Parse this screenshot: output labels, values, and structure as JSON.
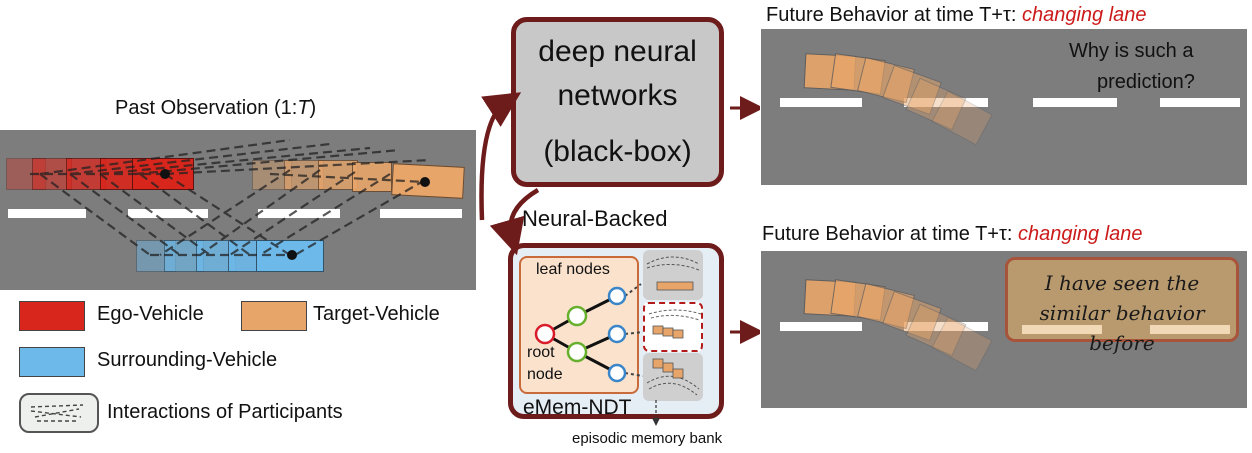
{
  "past_observation": {
    "prefix": "Past Observation (1:",
    "var": "T",
    "suffix": ")"
  },
  "dnn": {
    "line1": "deep neural",
    "line2": "networks",
    "line3": "(black-box)"
  },
  "neural_backed": "Neural-Backed",
  "tree": {
    "leaf_nodes": "leaf nodes",
    "root": "root",
    "node": "node"
  },
  "emem_ndt": "eMem-NDT",
  "episodic_memory_bank": "episodic memory bank",
  "future_top": {
    "prefix": "Future Behavior at time T+",
    "tau": "τ",
    "colon": ":",
    "label": "changing lane"
  },
  "future_bottom": {
    "prefix": "Future Behavior at time T+",
    "tau": "τ",
    "colon": ":",
    "label": "changing lane"
  },
  "why_line1": "Why is such a",
  "why_line2": "prediction?",
  "bubble_line1": "I have seen the",
  "bubble_line2": "similar behavior before",
  "legend": {
    "ego": "Ego-Vehicle",
    "target": "Target-Vehicle",
    "surrounding": "Surrounding-Vehicle",
    "interactions": "Interactions of Participants"
  },
  "colors": {
    "ego": "#d9261c",
    "target": "#e8a56a",
    "surrounding": "#6db9ea",
    "road": "#7d7d7d",
    "frame": "#6e1b1b",
    "highlight": "#cc1a1a"
  }
}
